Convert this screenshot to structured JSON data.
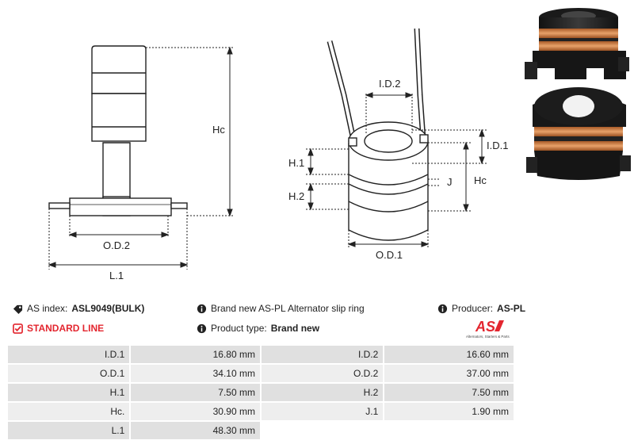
{
  "diagram": {
    "labels": {
      "hc_left": "Hc",
      "od2": "O.D.2",
      "l1": "L.1",
      "id2": "I.D.2",
      "id1": "I.D.1",
      "h1": "H.1",
      "h2": "H.2",
      "j": "J",
      "hc_right": "Hc",
      "od1": "O.D.1"
    }
  },
  "info": {
    "as_index_label": "AS index:",
    "as_index_value": "ASL9049(BULK)",
    "standard_line": "STANDARD LINE",
    "description": "Brand new AS-PL Alternator slip ring",
    "product_type_label": "Product type:",
    "product_type_value": "Brand new",
    "producer_label": "Producer:",
    "producer_value": "AS-PL",
    "logo_text": "AS",
    "logo_tagline": "Alternators, Starters & Parts"
  },
  "colors": {
    "accent_red": "#e3262f",
    "copper": "#d9905a",
    "row_dark": "#e0e0e0",
    "row_light": "#eeeeee"
  },
  "specs": [
    {
      "l1": "I.D.1",
      "v1": "16.80 mm",
      "l2": "I.D.2",
      "v2": "16.60 mm"
    },
    {
      "l1": "O.D.1",
      "v1": "34.10 mm",
      "l2": "O.D.2",
      "v2": "37.00 mm"
    },
    {
      "l1": "H.1",
      "v1": "7.50 mm",
      "l2": "H.2",
      "v2": "7.50 mm"
    },
    {
      "l1": "Hc.",
      "v1": "30.90 mm",
      "l2": "J.1",
      "v2": "1.90 mm"
    },
    {
      "l1": "L.1",
      "v1": "48.30 mm",
      "l2": "",
      "v2": ""
    }
  ]
}
